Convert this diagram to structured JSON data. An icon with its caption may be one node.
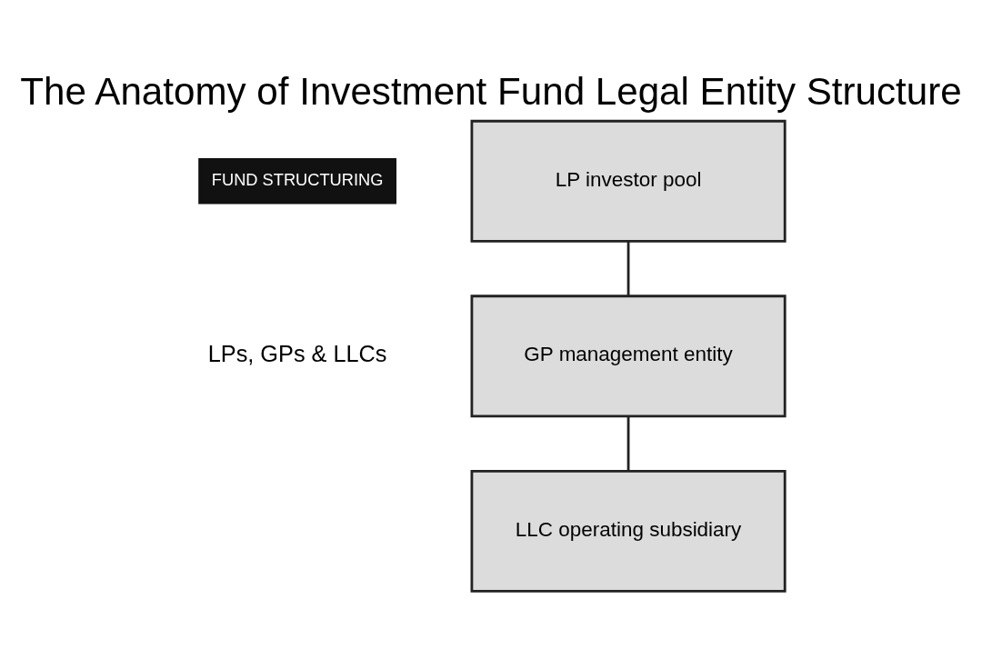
{
  "diagram": {
    "title": "The Anatomy of Investment Fund Legal Entity Structure",
    "nodes": [
      {
        "text": [
          "LP investor pool"
        ]
      },
      {
        "text": [
          "GP management entity"
        ]
      },
      {
        "text": [
          "LLC operating subsidiary"
        ]
      }
    ],
    "edges": [
      {
        "from": 0,
        "to": 1,
        "arrow": "none"
      },
      {
        "from": 1,
        "to": 2,
        "arrow": "none"
      }
    ],
    "labels": [
      "FUND STRUCTURING",
      "LPs, GPs & LLCs"
    ]
  }
}
